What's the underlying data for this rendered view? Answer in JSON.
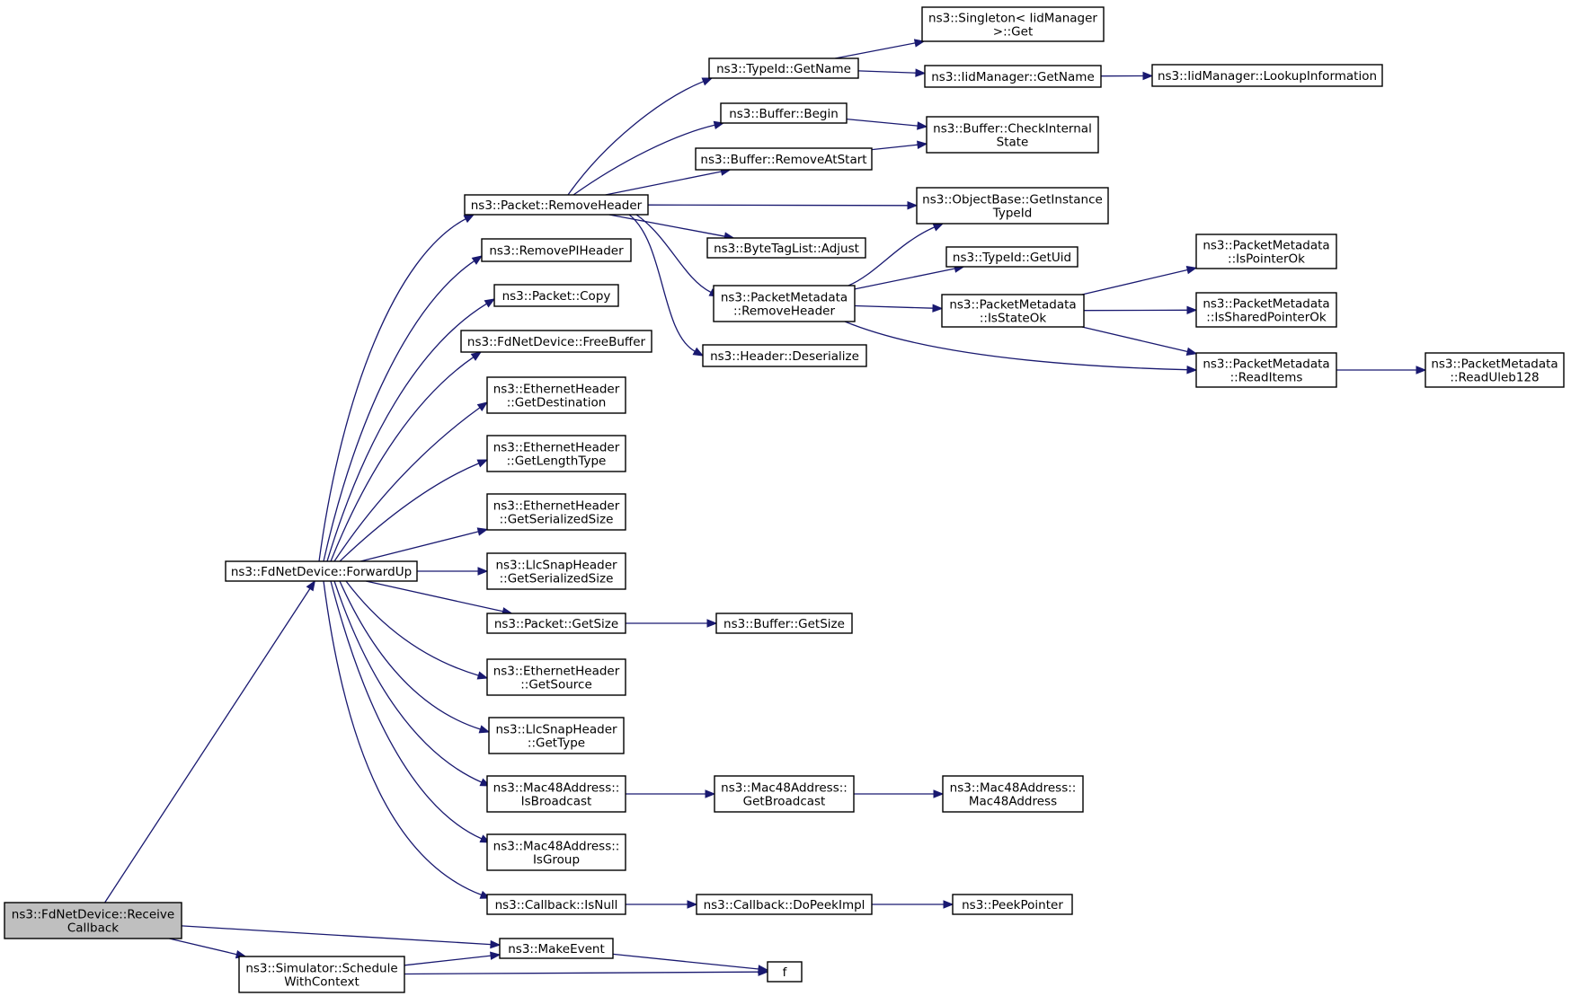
{
  "graph": {
    "root": "receive_callback",
    "colors": {
      "edge": "#191970",
      "root_fill": "#bfbfbf",
      "node_fill": "#ffffff",
      "node_border": "#000000"
    },
    "nodes": [
      {
        "id": "receive_callback",
        "lines": [
          "ns3::FdNetDevice::Receive",
          "Callback"
        ]
      },
      {
        "id": "forward_up",
        "lines": [
          "ns3::FdNetDevice::ForwardUp"
        ]
      },
      {
        "id": "schedule_with_context",
        "lines": [
          "ns3::Simulator::Schedule",
          "WithContext"
        ]
      },
      {
        "id": "make_event",
        "lines": [
          "ns3::MakeEvent"
        ]
      },
      {
        "id": "f",
        "lines": [
          "f"
        ]
      },
      {
        "id": "packet_remove_header",
        "lines": [
          "ns3::Packet::RemoveHeader"
        ]
      },
      {
        "id": "remove_pi_header",
        "lines": [
          "ns3::RemovePIHeader"
        ]
      },
      {
        "id": "packet_copy",
        "lines": [
          "ns3::Packet::Copy"
        ]
      },
      {
        "id": "free_buffer",
        "lines": [
          "ns3::FdNetDevice::FreeBuffer"
        ]
      },
      {
        "id": "eth_get_destination",
        "lines": [
          "ns3::EthernetHeader",
          "::GetDestination"
        ]
      },
      {
        "id": "eth_get_length_type",
        "lines": [
          "ns3::EthernetHeader",
          "::GetLengthType"
        ]
      },
      {
        "id": "eth_get_serialized_size",
        "lines": [
          "ns3::EthernetHeader",
          "::GetSerializedSize"
        ]
      },
      {
        "id": "llc_get_serialized_size",
        "lines": [
          "ns3::LlcSnapHeader",
          "::GetSerializedSize"
        ]
      },
      {
        "id": "packet_get_size",
        "lines": [
          "ns3::Packet::GetSize"
        ]
      },
      {
        "id": "eth_get_source",
        "lines": [
          "ns3::EthernetHeader",
          "::GetSource"
        ]
      },
      {
        "id": "llc_get_type",
        "lines": [
          "ns3::LlcSnapHeader",
          "::GetType"
        ]
      },
      {
        "id": "mac48_is_broadcast",
        "lines": [
          "ns3::Mac48Address::",
          "IsBroadcast"
        ]
      },
      {
        "id": "mac48_is_group",
        "lines": [
          "ns3::Mac48Address::",
          "IsGroup"
        ]
      },
      {
        "id": "callback_is_null",
        "lines": [
          "ns3::Callback::IsNull"
        ]
      },
      {
        "id": "typeid_get_name",
        "lines": [
          "ns3::TypeId::GetName"
        ]
      },
      {
        "id": "buffer_begin",
        "lines": [
          "ns3::Buffer::Begin"
        ]
      },
      {
        "id": "buffer_remove_at_start",
        "lines": [
          "ns3::Buffer::RemoveAtStart"
        ]
      },
      {
        "id": "bytetaglist_adjust",
        "lines": [
          "ns3::ByteTagList::Adjust"
        ]
      },
      {
        "id": "pm_remove_header",
        "lines": [
          "ns3::PacketMetadata",
          "::RemoveHeader"
        ]
      },
      {
        "id": "header_deserialize",
        "lines": [
          "ns3::Header::Deserialize"
        ]
      },
      {
        "id": "buffer_get_size",
        "lines": [
          "ns3::Buffer::GetSize"
        ]
      },
      {
        "id": "mac48_get_broadcast",
        "lines": [
          "ns3::Mac48Address::",
          "GetBroadcast"
        ]
      },
      {
        "id": "callback_do_peek_impl",
        "lines": [
          "ns3::Callback::DoPeekImpl"
        ]
      },
      {
        "id": "singleton_get",
        "lines": [
          "ns3::Singleton< IidManager",
          " >::Get"
        ]
      },
      {
        "id": "iid_get_name",
        "lines": [
          "ns3::IidManager::GetName"
        ]
      },
      {
        "id": "buffer_check_internal_state",
        "lines": [
          "ns3::Buffer::CheckInternal",
          "State"
        ]
      },
      {
        "id": "object_get_instance_typeid",
        "lines": [
          "ns3::ObjectBase::GetInstance",
          "TypeId"
        ]
      },
      {
        "id": "typeid_get_uid",
        "lines": [
          "ns3::TypeId::GetUid"
        ]
      },
      {
        "id": "pm_is_state_ok",
        "lines": [
          "ns3::PacketMetadata",
          "::IsStateOk"
        ]
      },
      {
        "id": "pm_read_items",
        "lines": [
          "ns3::PacketMetadata",
          "::ReadItems"
        ]
      },
      {
        "id": "mac48_address",
        "lines": [
          "ns3::Mac48Address::",
          "Mac48Address"
        ]
      },
      {
        "id": "peek_pointer",
        "lines": [
          "ns3::PeekPointer"
        ]
      },
      {
        "id": "iid_lookup_information",
        "lines": [
          "ns3::IidManager::LookupInformation"
        ]
      },
      {
        "id": "pm_is_pointer_ok",
        "lines": [
          "ns3::PacketMetadata",
          "::IsPointerOk"
        ]
      },
      {
        "id": "pm_is_shared_pointer_ok",
        "lines": [
          "ns3::PacketMetadata",
          "::IsSharedPointerOk"
        ]
      },
      {
        "id": "pm_read_uleb128",
        "lines": [
          "ns3::PacketMetadata",
          "::ReadUleb128"
        ]
      }
    ],
    "edges": [
      [
        "receive_callback",
        "forward_up"
      ],
      [
        "receive_callback",
        "make_event"
      ],
      [
        "receive_callback",
        "schedule_with_context"
      ],
      [
        "forward_up",
        "packet_remove_header"
      ],
      [
        "forward_up",
        "remove_pi_header"
      ],
      [
        "forward_up",
        "packet_copy"
      ],
      [
        "forward_up",
        "free_buffer"
      ],
      [
        "forward_up",
        "eth_get_destination"
      ],
      [
        "forward_up",
        "eth_get_length_type"
      ],
      [
        "forward_up",
        "eth_get_serialized_size"
      ],
      [
        "forward_up",
        "llc_get_serialized_size"
      ],
      [
        "forward_up",
        "packet_get_size"
      ],
      [
        "forward_up",
        "eth_get_source"
      ],
      [
        "forward_up",
        "llc_get_type"
      ],
      [
        "forward_up",
        "mac48_is_broadcast"
      ],
      [
        "forward_up",
        "mac48_is_group"
      ],
      [
        "forward_up",
        "callback_is_null"
      ],
      [
        "schedule_with_context",
        "make_event"
      ],
      [
        "schedule_with_context",
        "f"
      ],
      [
        "make_event",
        "f"
      ],
      [
        "packet_remove_header",
        "typeid_get_name"
      ],
      [
        "packet_remove_header",
        "buffer_begin"
      ],
      [
        "packet_remove_header",
        "buffer_remove_at_start"
      ],
      [
        "packet_remove_header",
        "object_get_instance_typeid"
      ],
      [
        "packet_remove_header",
        "bytetaglist_adjust"
      ],
      [
        "packet_remove_header",
        "pm_remove_header"
      ],
      [
        "packet_remove_header",
        "header_deserialize"
      ],
      [
        "typeid_get_name",
        "singleton_get"
      ],
      [
        "typeid_get_name",
        "iid_get_name"
      ],
      [
        "iid_get_name",
        "iid_lookup_information"
      ],
      [
        "buffer_begin",
        "buffer_check_internal_state"
      ],
      [
        "buffer_remove_at_start",
        "buffer_check_internal_state"
      ],
      [
        "pm_remove_header",
        "object_get_instance_typeid"
      ],
      [
        "pm_remove_header",
        "typeid_get_uid"
      ],
      [
        "pm_remove_header",
        "pm_is_state_ok"
      ],
      [
        "pm_remove_header",
        "pm_read_items"
      ],
      [
        "pm_is_state_ok",
        "pm_is_pointer_ok"
      ],
      [
        "pm_is_state_ok",
        "pm_is_shared_pointer_ok"
      ],
      [
        "pm_is_state_ok",
        "pm_read_items"
      ],
      [
        "pm_read_items",
        "pm_read_uleb128"
      ],
      [
        "packet_get_size",
        "buffer_get_size"
      ],
      [
        "mac48_is_broadcast",
        "mac48_get_broadcast"
      ],
      [
        "mac48_get_broadcast",
        "mac48_address"
      ],
      [
        "callback_is_null",
        "callback_do_peek_impl"
      ],
      [
        "callback_do_peek_impl",
        "peek_pointer"
      ]
    ]
  }
}
